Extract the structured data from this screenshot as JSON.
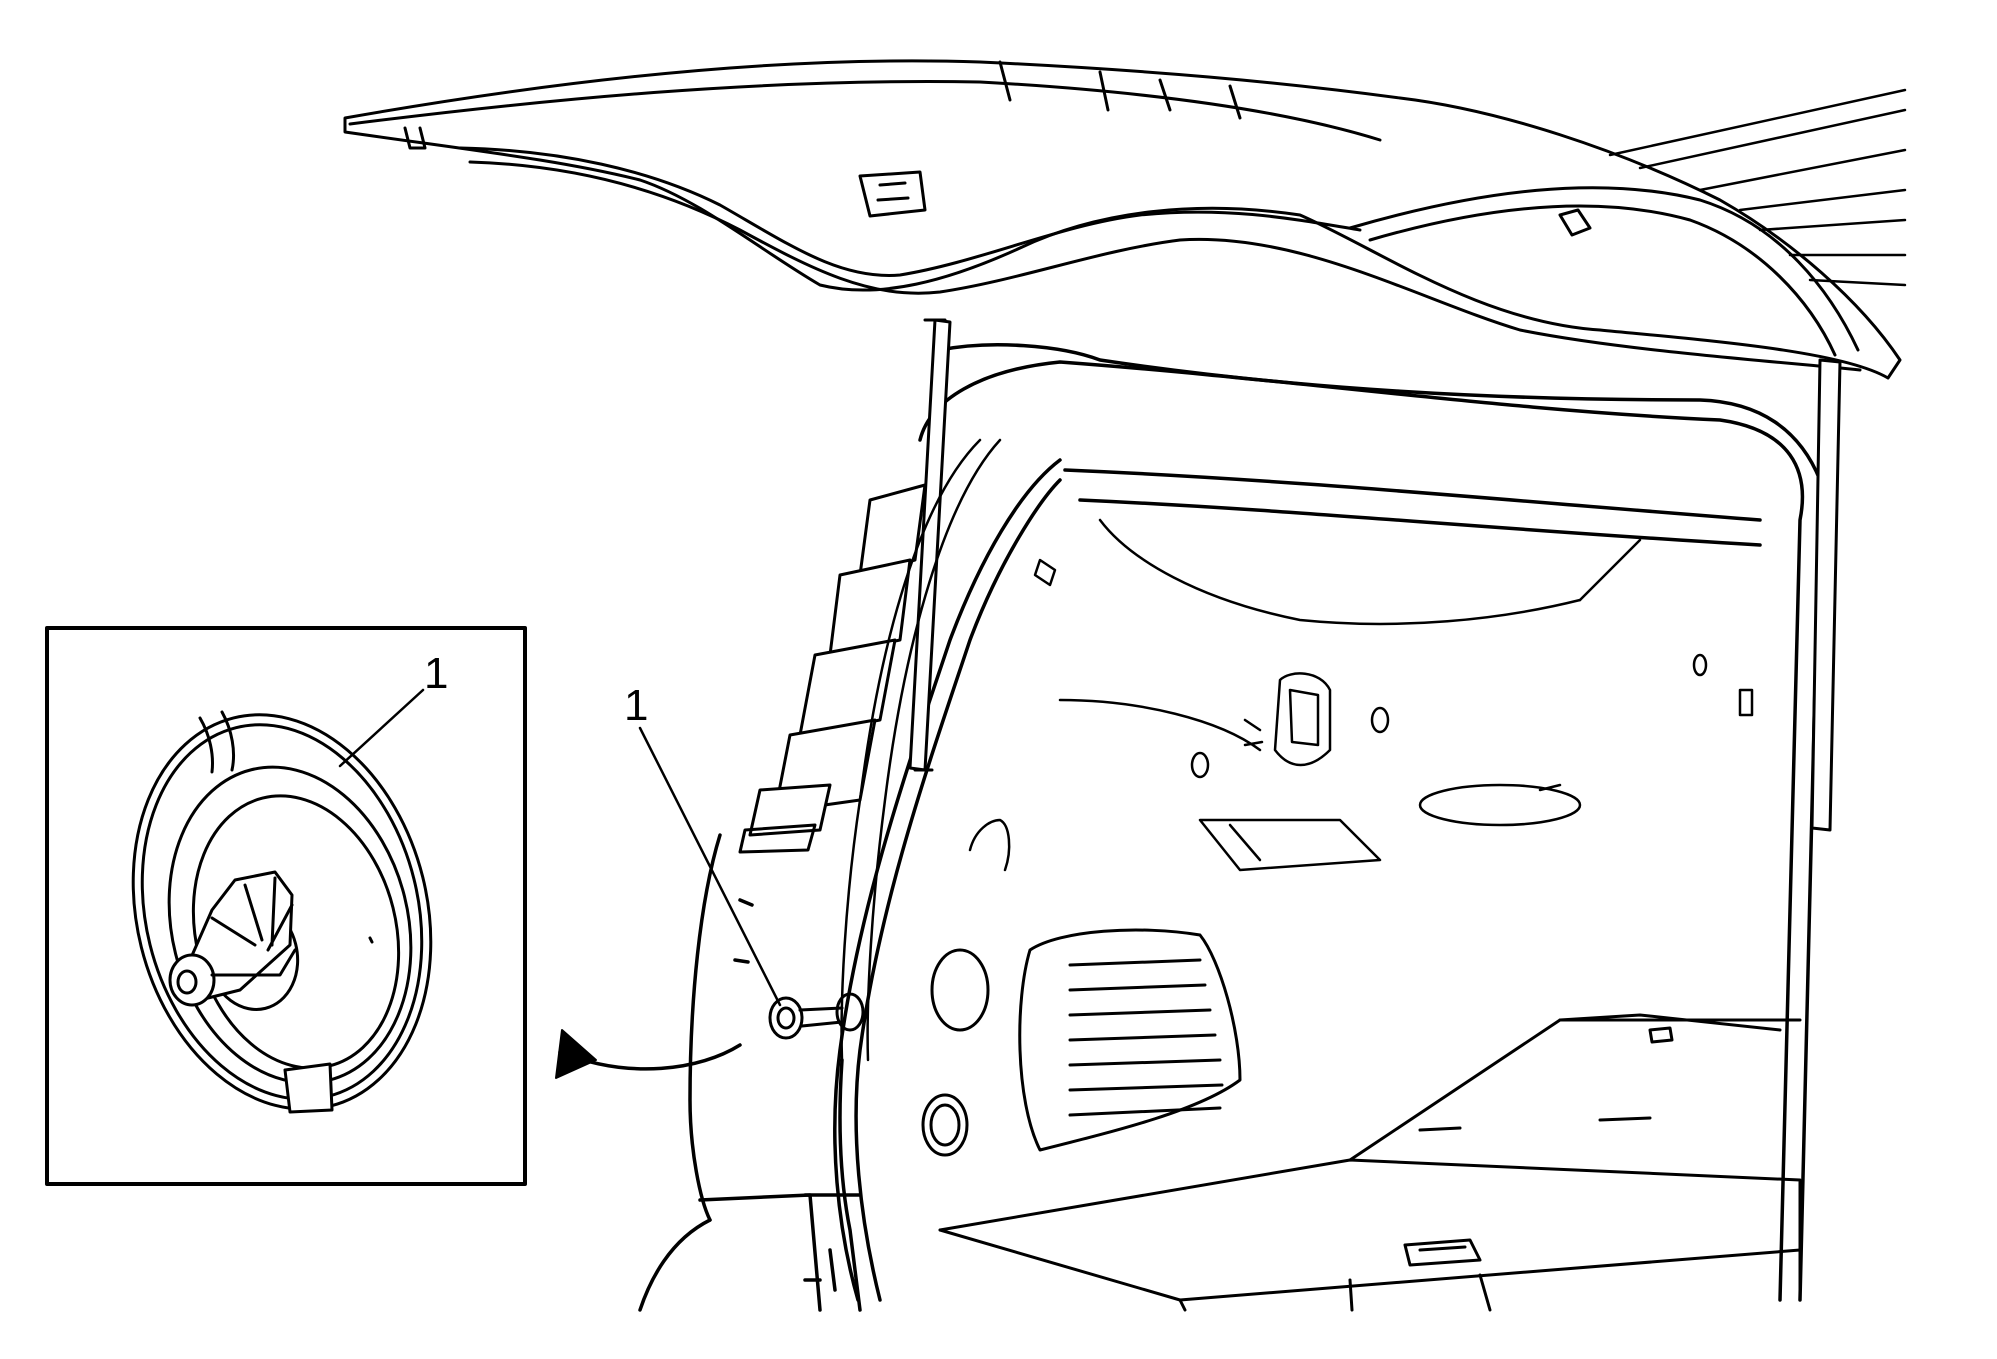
{
  "diagram": {
    "callouts": [
      {
        "id": "inset",
        "label": "1"
      },
      {
        "id": "vehicle",
        "label": "1"
      }
    ],
    "colors": {
      "line": "#000000",
      "background": "#ffffff",
      "fill": "#ffffff"
    }
  }
}
